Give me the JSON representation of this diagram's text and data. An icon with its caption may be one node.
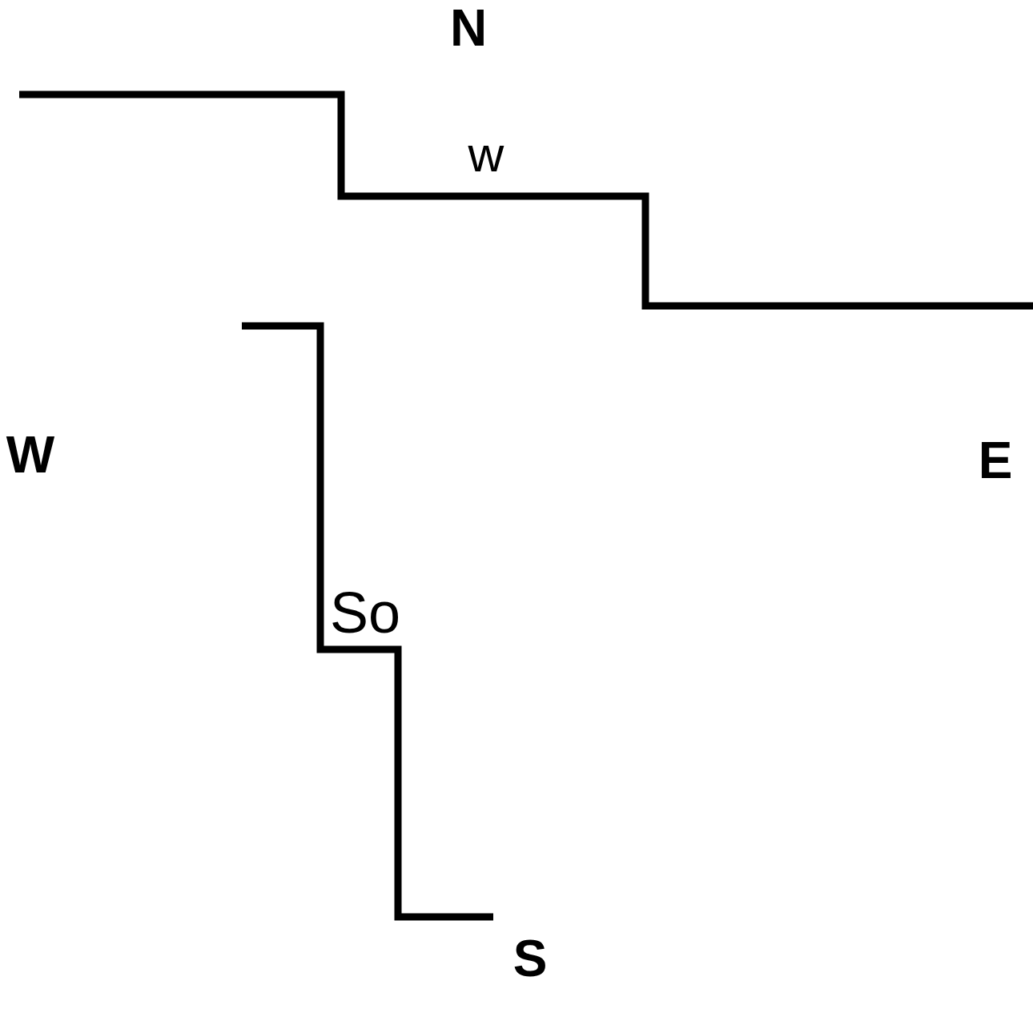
{
  "diagram": {
    "labels": [
      "N",
      "w",
      "W",
      "E",
      "So",
      "S"
    ]
  }
}
